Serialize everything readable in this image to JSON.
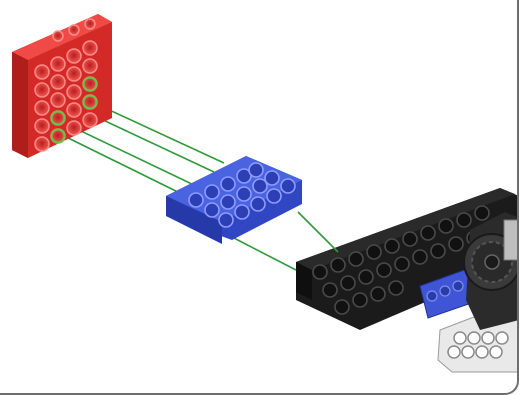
{
  "diagram": {
    "kind": "assembly-instruction",
    "colors": {
      "red_plate": "#e8322f",
      "blue_plate": "#3f55d6",
      "black_plate": "#1b1b1b",
      "guide_line": "#2f9a3c",
      "highlight_ring": "#6fbf4a",
      "frame": "#6e6e6e"
    },
    "parts": [
      {
        "name": "red-plate",
        "color": "red"
      },
      {
        "name": "blue-plate",
        "color": "blue"
      },
      {
        "name": "black-plate",
        "color": "black"
      },
      {
        "name": "gear-assembly",
        "color": "gray"
      },
      {
        "name": "white-base-plate",
        "color": "white"
      }
    ]
  }
}
